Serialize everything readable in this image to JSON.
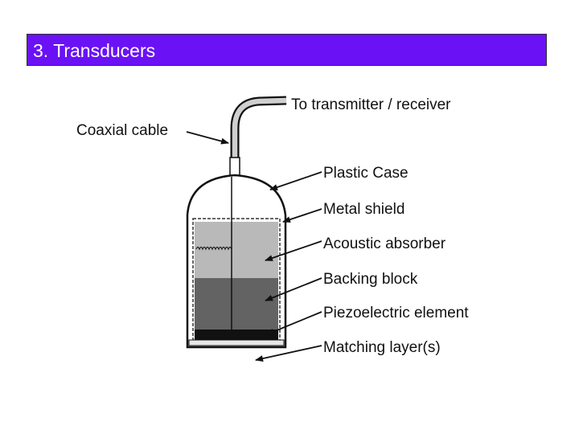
{
  "slide": {
    "title": "3. Transducers"
  },
  "colors": {
    "title_bg": "#6a12f5",
    "title_text": "#ffffff",
    "ink": "#111111"
  },
  "labels": {
    "transmitter": "To transmitter / receiver",
    "coaxial_cable": "Coaxial cable",
    "plastic_case": "Plastic Case",
    "metal_shield": "Metal shield",
    "acoustic_absorber": "Acoustic absorber",
    "backing_block": "Backing block",
    "piezoelectric_element": "Piezoelectric element",
    "matching_layers": "Matching layer(s)"
  }
}
